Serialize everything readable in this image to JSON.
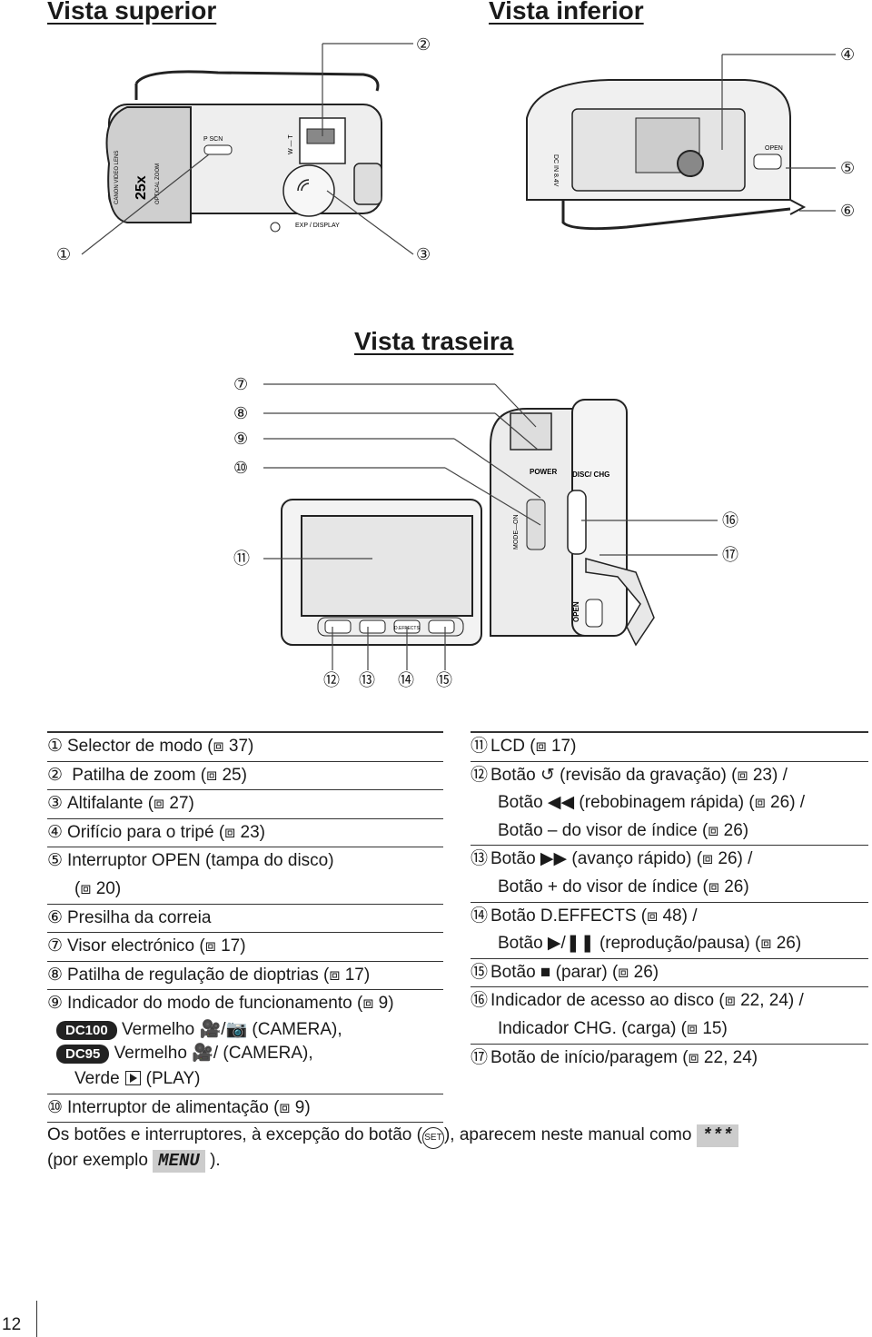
{
  "titles": {
    "top_view": "Vista superior",
    "bottom_view": "Vista inferior",
    "rear_view": "Vista traseira"
  },
  "callouts": {
    "c1": "①",
    "c2": "②",
    "c3": "③",
    "c4": "④",
    "c5": "⑤",
    "c6": "⑥",
    "c7": "⑦",
    "c8": "⑧",
    "c9": "⑨",
    "c10": "⑩",
    "c11": "⑪",
    "c12": "⑫",
    "c13": "⑬",
    "c14": "⑭",
    "c15": "⑮",
    "c16": "⑯",
    "c17": "⑰"
  },
  "camera_labels": {
    "lens": "CANON VIDEO LENS",
    "zoom_25x": "25x",
    "optical_zoom": "OPTICAL ZOOM",
    "wt": "W — T",
    "scn": "P  SCN",
    "exp_display": "EXP / DISPLAY",
    "open": "OPEN",
    "dc": "DC IN 8.4V",
    "power": "POWER",
    "mode_on": "MODE—ON",
    "disc_chg": "DISC/ CHG",
    "open_rear": "OPEN",
    "deffects": "D.EFFECTS"
  },
  "legend_left": [
    {
      "n": "①",
      "lines": [
        "Selector de modo (⧈ 37)"
      ]
    },
    {
      "n": "②",
      "lines": [
        " Patilha de zoom (⧈ 25)"
      ]
    },
    {
      "n": "③",
      "lines": [
        "Altifalante (⧈ 27)"
      ]
    },
    {
      "n": "④",
      "lines": [
        "Orifício para o tripé (⧈ 23)"
      ]
    },
    {
      "n": "⑤",
      "lines": [
        "Interruptor OPEN (tampa do disco)",
        "(⧈ 20)"
      ]
    },
    {
      "n": "⑥",
      "lines": [
        "Presilha da correia"
      ]
    },
    {
      "n": "⑦",
      "lines": [
        "Visor electrónico (⧈ 17)"
      ]
    },
    {
      "n": "⑧",
      "lines": [
        "Patilha de regulação de dioptrias (⧈ 17)"
      ]
    },
    {
      "n": "⑨",
      "lines": [
        "Indicador do modo de funcionamento (⧈ 9)"
      ]
    },
    {
      "n": "⑩",
      "lines": [
        "Interruptor de alimentação (⧈ 9)"
      ]
    }
  ],
  "legend_9_detail": {
    "dc100": "DC100",
    "dc95": "DC95",
    "red1": "Vermelho 🎥/📷 (CAMERA),",
    "red2": "Vermelho 🎥/ (CAMERA),",
    "green": "Verde",
    "play": "(PLAY)"
  },
  "legend_right": [
    {
      "n": "⑪",
      "lines": [
        "LCD (⧈ 17)"
      ]
    },
    {
      "n": "⑫",
      "lines": [
        "Botão ↺ (revisão da gravação) (⧈ 23) /",
        "Botão ◀◀ (rebobinagem rápida) (⧈ 26) /",
        "Botão – do visor de índice (⧈ 26)"
      ]
    },
    {
      "n": "⑬",
      "lines": [
        "Botão ▶▶ (avanço rápido) (⧈ 26) /",
        "Botão + do visor de índice (⧈ 26)"
      ]
    },
    {
      "n": "⑭",
      "lines": [
        "Botão D.EFFECTS (⧈ 48) /",
        "Botão ▶/❚❚ (reprodução/pausa) (⧈ 26)"
      ]
    },
    {
      "n": "⑮",
      "lines": [
        "Botão ■ (parar) (⧈ 26)"
      ]
    },
    {
      "n": "⑯",
      "lines": [
        "Indicador de acesso ao disco (⧈ 22, 24) /",
        "Indicador CHG. (carga) (⧈ 15)"
      ]
    },
    {
      "n": "⑰",
      "lines": [
        "Botão de início/paragem (⧈ 22, 24)"
      ]
    }
  ],
  "footer": {
    "part1": "Os botões e interruptores, à excepção do botão (",
    "set": "SET",
    "part2": "), aparecem neste manual como",
    "stars": "***",
    "part3": "(por exemplo",
    "menu": "MENU",
    "part4": ")."
  },
  "page_number": "12"
}
